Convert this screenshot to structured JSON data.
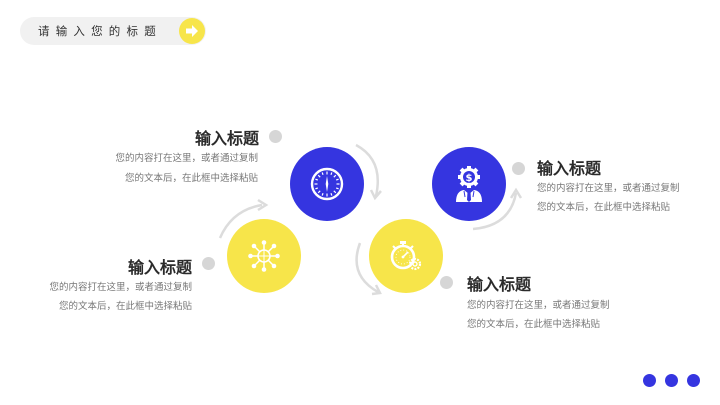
{
  "header": {
    "title": "请输入您的标题",
    "arrow_icon": "arrow-right-icon",
    "accent_color": "#f7e54a"
  },
  "colors": {
    "blue": "#3535e0",
    "yellow": "#f7e54a",
    "dot_gray": "#d6d6d6"
  },
  "steps": [
    {
      "title": "输入标题",
      "desc_line1": "您的内容打在这里，或者通过复制",
      "desc_line2": "您的文本后，在此框中选择粘贴",
      "icon": "network-globe-icon",
      "color": "yellow"
    },
    {
      "title": "输入标题",
      "desc_line1": "您的内容打在这里，或者通过复制",
      "desc_line2": "您的文本后，在此框中选择粘贴",
      "icon": "clock-icon",
      "color": "blue"
    },
    {
      "title": "输入标题",
      "desc_line1": "您的内容打在这里，或者通过复制",
      "desc_line2": "您的文本后，在此框中选择粘贴",
      "icon": "stopwatch-gear-icon",
      "color": "yellow"
    },
    {
      "title": "输入标题",
      "desc_line1": "您的内容打在这里，或者通过复制",
      "desc_line2": "您的文本后，在此框中选择粘贴",
      "icon": "businessman-dollar-gear-icon",
      "color": "blue"
    }
  ],
  "pagination": {
    "dots": 3
  }
}
